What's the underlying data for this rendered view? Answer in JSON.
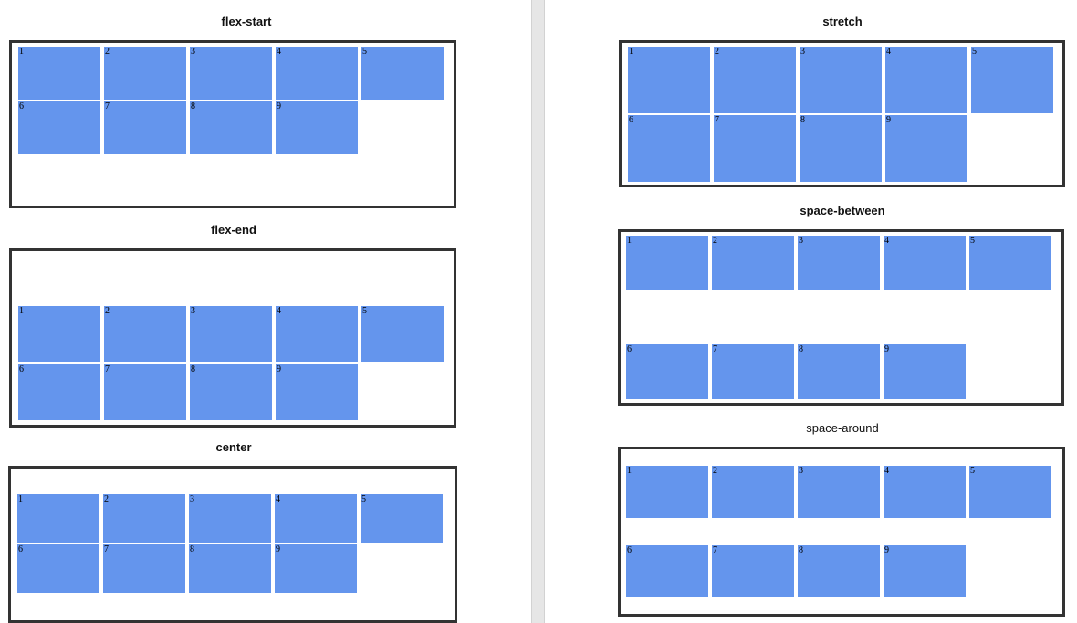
{
  "panels": [
    {
      "id": "flex-start",
      "title": "flex-start",
      "items": [
        "1",
        "2",
        "3",
        "4",
        "5",
        "6",
        "7",
        "8",
        "9"
      ]
    },
    {
      "id": "flex-end",
      "title": "flex-end",
      "items": [
        "1",
        "2",
        "3",
        "4",
        "5",
        "6",
        "7",
        "8",
        "9"
      ]
    },
    {
      "id": "center",
      "title": "center",
      "items": [
        "1",
        "2",
        "3",
        "4",
        "5",
        "6",
        "7",
        "8",
        "9"
      ]
    },
    {
      "id": "stretch",
      "title": "stretch",
      "items": [
        "1",
        "2",
        "3",
        "4",
        "5",
        "6",
        "7",
        "8",
        "9"
      ]
    },
    {
      "id": "space-between",
      "title": "space-between",
      "items": [
        "1",
        "2",
        "3",
        "4",
        "5",
        "6",
        "7",
        "8",
        "9"
      ]
    },
    {
      "id": "space-around",
      "title": "space-around",
      "items": [
        "1",
        "2",
        "3",
        "4",
        "5",
        "6",
        "7",
        "8",
        "9"
      ]
    }
  ],
  "colors": {
    "item": "#6495ed",
    "border": "#333333"
  }
}
